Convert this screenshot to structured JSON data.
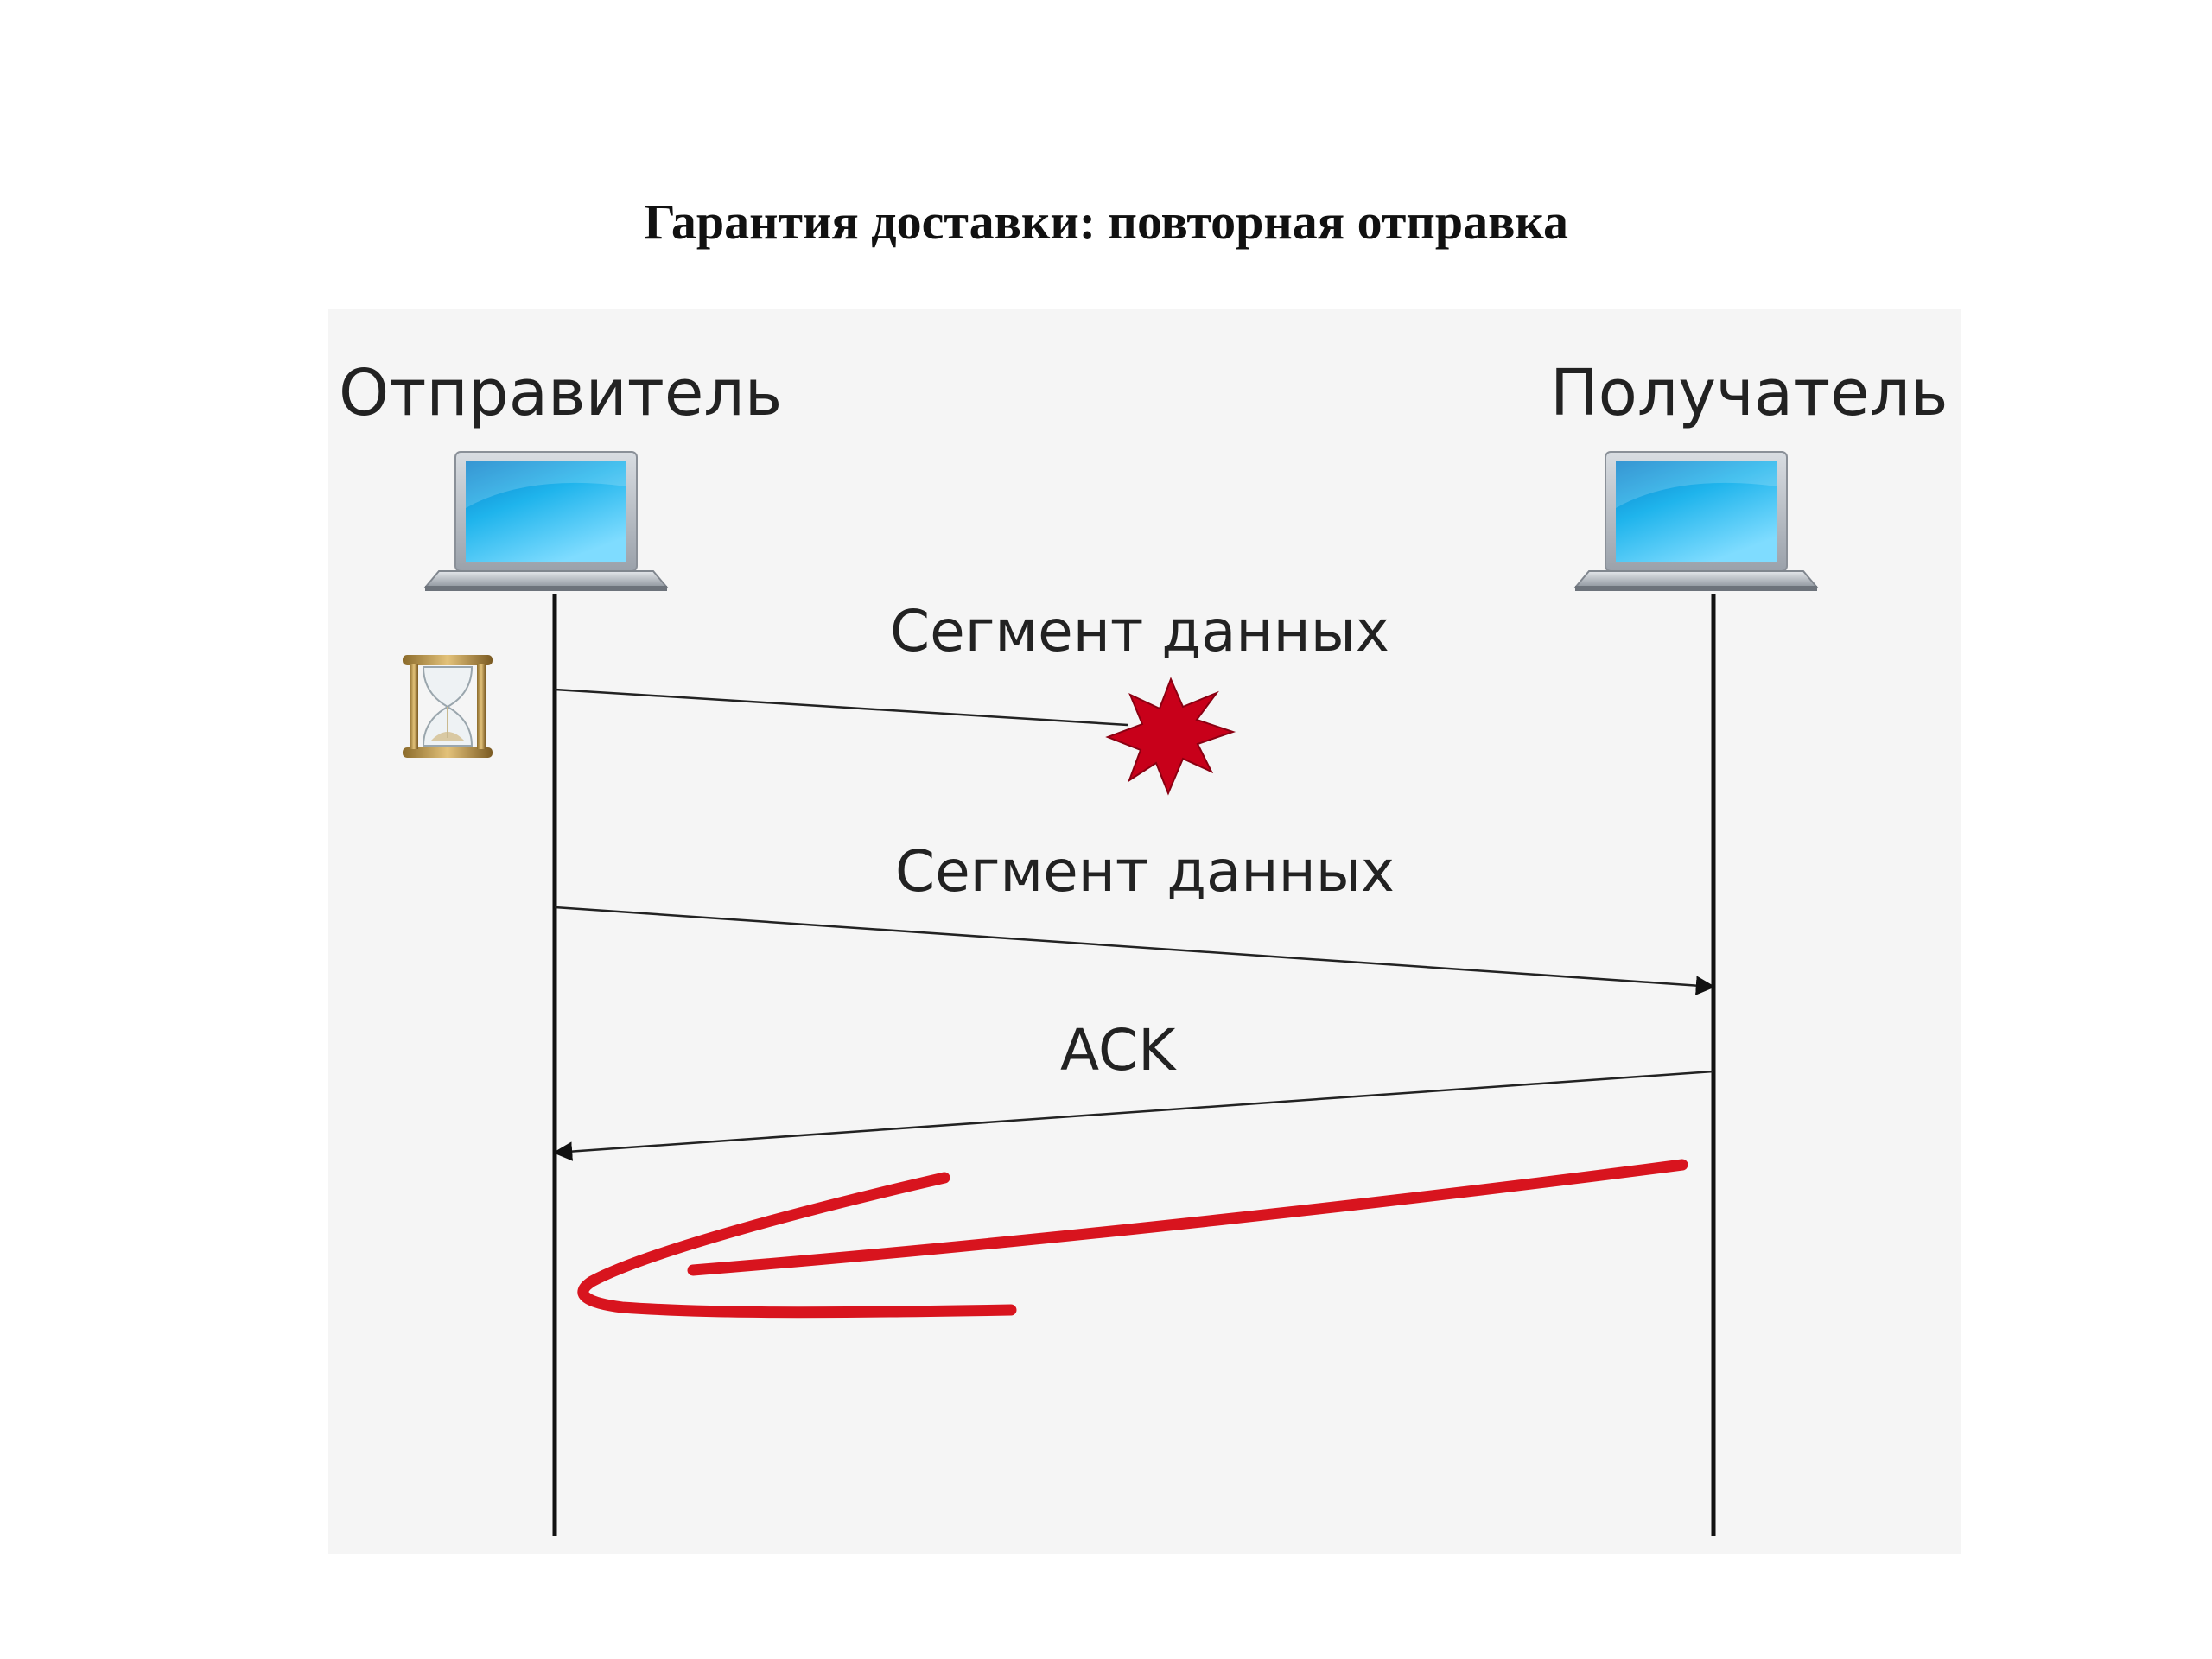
{
  "title": "Гарантия доставки: повторная отправка",
  "actors": {
    "sender": {
      "label": "Отправитель",
      "icon": "laptop-icon"
    },
    "receiver": {
      "label": "Получатель",
      "icon": "laptop-icon"
    }
  },
  "messages": [
    {
      "label": "Сегмент данных",
      "from": "sender",
      "to": "receiver",
      "status": "lost"
    },
    {
      "label": "Сегмент данных",
      "from": "sender",
      "to": "receiver",
      "status": "delivered"
    },
    {
      "label": "ACK",
      "from": "receiver",
      "to": "sender",
      "status": "delivered"
    }
  ],
  "icons": {
    "timer": "hourglass-icon",
    "loss": "explosion-icon",
    "return": "red-curved-arrow-icon"
  },
  "colors": {
    "screen": "#1fb4ec",
    "loss": "#c8001a",
    "arrow_highlight": "#d8141e",
    "hourglass": "#c9a24a"
  }
}
